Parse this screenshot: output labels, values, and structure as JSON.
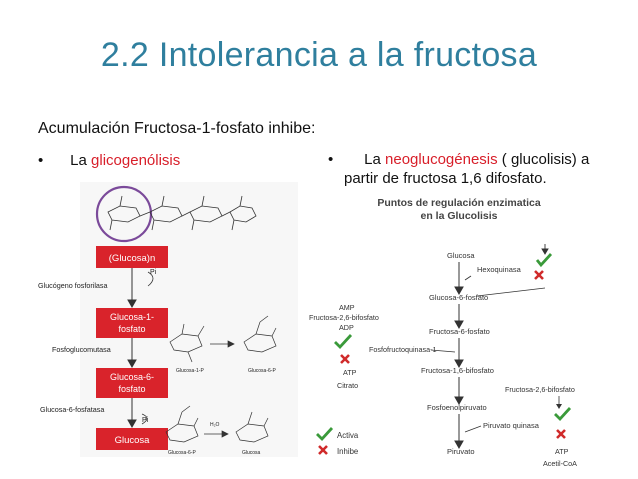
{
  "slide": {
    "title": "2.2 Intolerancia a la fructosa",
    "subtitle": "Acumulación Fructosa-1-fosfato inhibe:",
    "bullet_symbol": "•",
    "bullet_left": {
      "prefix": "La ",
      "highlight": "glicogenólisis"
    },
    "bullet_right": {
      "prefix": "La ",
      "highlight": "neoglucogénesis",
      "suffix": " ( glucolisis) a",
      "line2": "partir de fructosa 1,6 difosfato."
    },
    "colors": {
      "title": "#2f7f9e",
      "highlight": "#d81f2a",
      "box_fill": "#d9232b",
      "activate": "#3a9a3a",
      "inhibit": "#d02a2a",
      "molecule_circle": "#7b4a9a"
    }
  },
  "left_diagram": {
    "boxes": [
      "(Glucosa)n",
      "Glucosa-1-\nfosfato",
      "Glucosa-6-\nfosfato",
      "Glucosa"
    ],
    "enzymes": [
      "Glucógeno fosforilasa",
      "Fosfoglucomutasa",
      "Glucosa-6-fosfatasa"
    ],
    "pi_labels": [
      "Pi",
      "Pi"
    ],
    "molecule_labels": [
      "Glucosa-1-P",
      "Glucosa-6-P",
      "Glucosa-6-P",
      "Glucosa",
      "H₂O"
    ]
  },
  "right_diagram": {
    "title_line1": "Puntos de regulación enzimatica",
    "title_line2": "en la Glucolisis",
    "pathway": [
      "Glucosa",
      "Glucosa-6-fosfato",
      "Fructosa-6-fosfato",
      "Fructosa-1,6-bifosfato",
      "Fosfoenolpiruvato",
      "Piruvato"
    ],
    "enzymes": [
      "Hexoquinasa",
      "Fosfofructoquinasa-1",
      "Piruvato quinasa"
    ],
    "regulators_pfk": [
      "AMP",
      "Fructosa-2,6-bifosfato",
      "ADP",
      "ATP",
      "Citrato"
    ],
    "regulators_pk_top": "Fructosa-2,6-bifosfato",
    "regulators_pk_bottom": [
      "ATP",
      "Acetil-CoA"
    ],
    "legend": [
      {
        "symbol": "check",
        "label": "Activa"
      },
      {
        "symbol": "cross",
        "label": "Inhibe"
      }
    ]
  }
}
